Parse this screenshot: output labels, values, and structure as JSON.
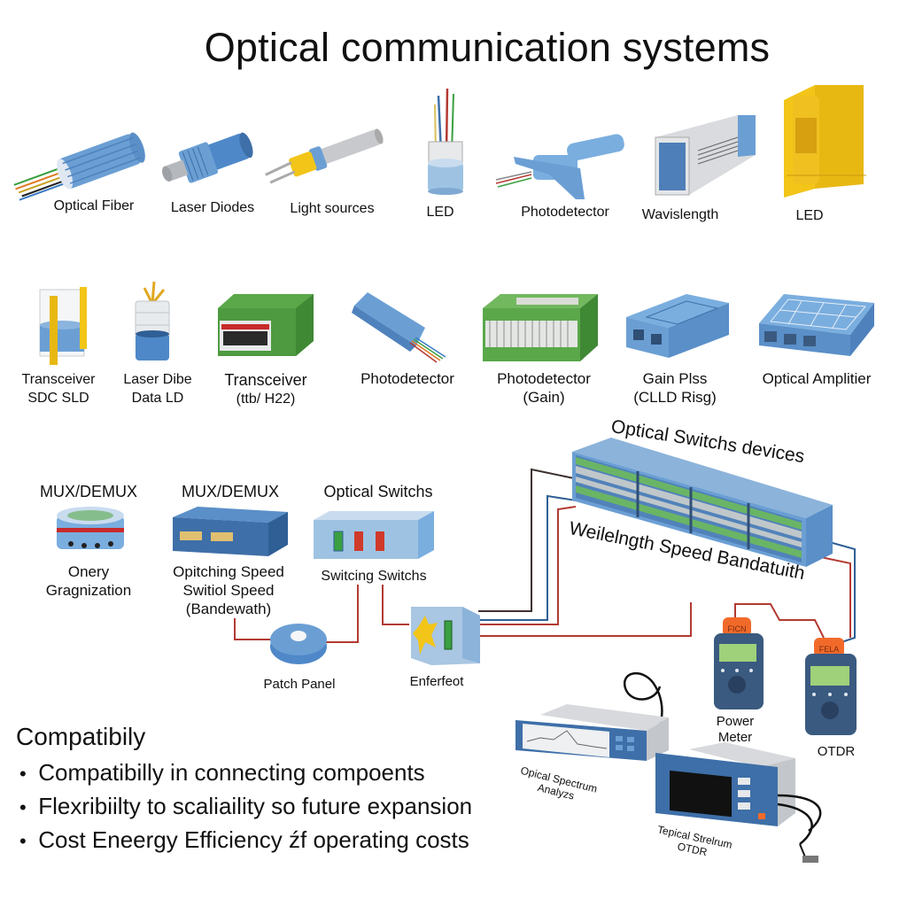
{
  "title": "Optical communication systems",
  "row1": [
    {
      "label": "Optical Fiber"
    },
    {
      "label": "Laser Diodes"
    },
    {
      "label": "Light sources"
    },
    {
      "label": "LED"
    },
    {
      "label": "Photodetector"
    },
    {
      "label": "Wavislength"
    },
    {
      "label": "LED"
    }
  ],
  "row2": [
    {
      "line1": "Transceiver",
      "line2": "SDC SLD"
    },
    {
      "line1": "Laser Dibe",
      "line2": "Data LD"
    },
    {
      "line1": "Transceiver",
      "line2": "(ttb/ H22)"
    },
    {
      "line1": "Photodetector",
      "line2": ""
    },
    {
      "line1": "Photodetector",
      "line2": "(Gain)"
    },
    {
      "line1": "Gain Plss",
      "line2": "(CLLD Risg)"
    },
    {
      "line1": "Optical Amplitier",
      "line2": ""
    }
  ],
  "row3": {
    "mux1": {
      "heading": "MUX/DEMUX",
      "line1": "Onery",
      "line2": "Gragnization"
    },
    "mux2": {
      "heading": "MUX/DEMUX",
      "line1": "Opitching Speed",
      "line2": "Switiol Speed",
      "line3": "(Bandewath)"
    },
    "switches": {
      "heading": "Optical Switchs",
      "line1": "Switcing Switchs"
    },
    "patch_panel": {
      "label": "Patch Panel"
    },
    "enferfeot": {
      "label": "Enferfeot"
    },
    "rack": {
      "top_label": "Optical Switchs devices",
      "bottom_label": "Weilelngth Speed Bandatuith"
    }
  },
  "instruments": {
    "power_meter": {
      "line1": "Power",
      "line2": "Meter",
      "cap_text": "FICN"
    },
    "otdr": {
      "label": "OTDR",
      "cap_text": "FELA"
    },
    "osa": {
      "line1": "Opical Spectrum",
      "line2": "Analyzs"
    },
    "otdr_bench": {
      "line1": "Tepical Strelrum",
      "line2": "OTDR"
    }
  },
  "summary": {
    "heading": "Compatibily",
    "bullets": [
      "Compatibilly in connecting compoents",
      "Flexribiilty to scaliaility so  future expansion",
      "Cost Eneergy Efficiency źf operating costs"
    ]
  },
  "colors": {
    "device_blue": "#6b9fd4",
    "device_blue_dark": "#3e6fa8",
    "green": "#5aa84a",
    "yellow": "#f2c518",
    "wire_red": "#b33a32",
    "wire_blue": "#2f5f95",
    "orange": "#f26a2a"
  }
}
